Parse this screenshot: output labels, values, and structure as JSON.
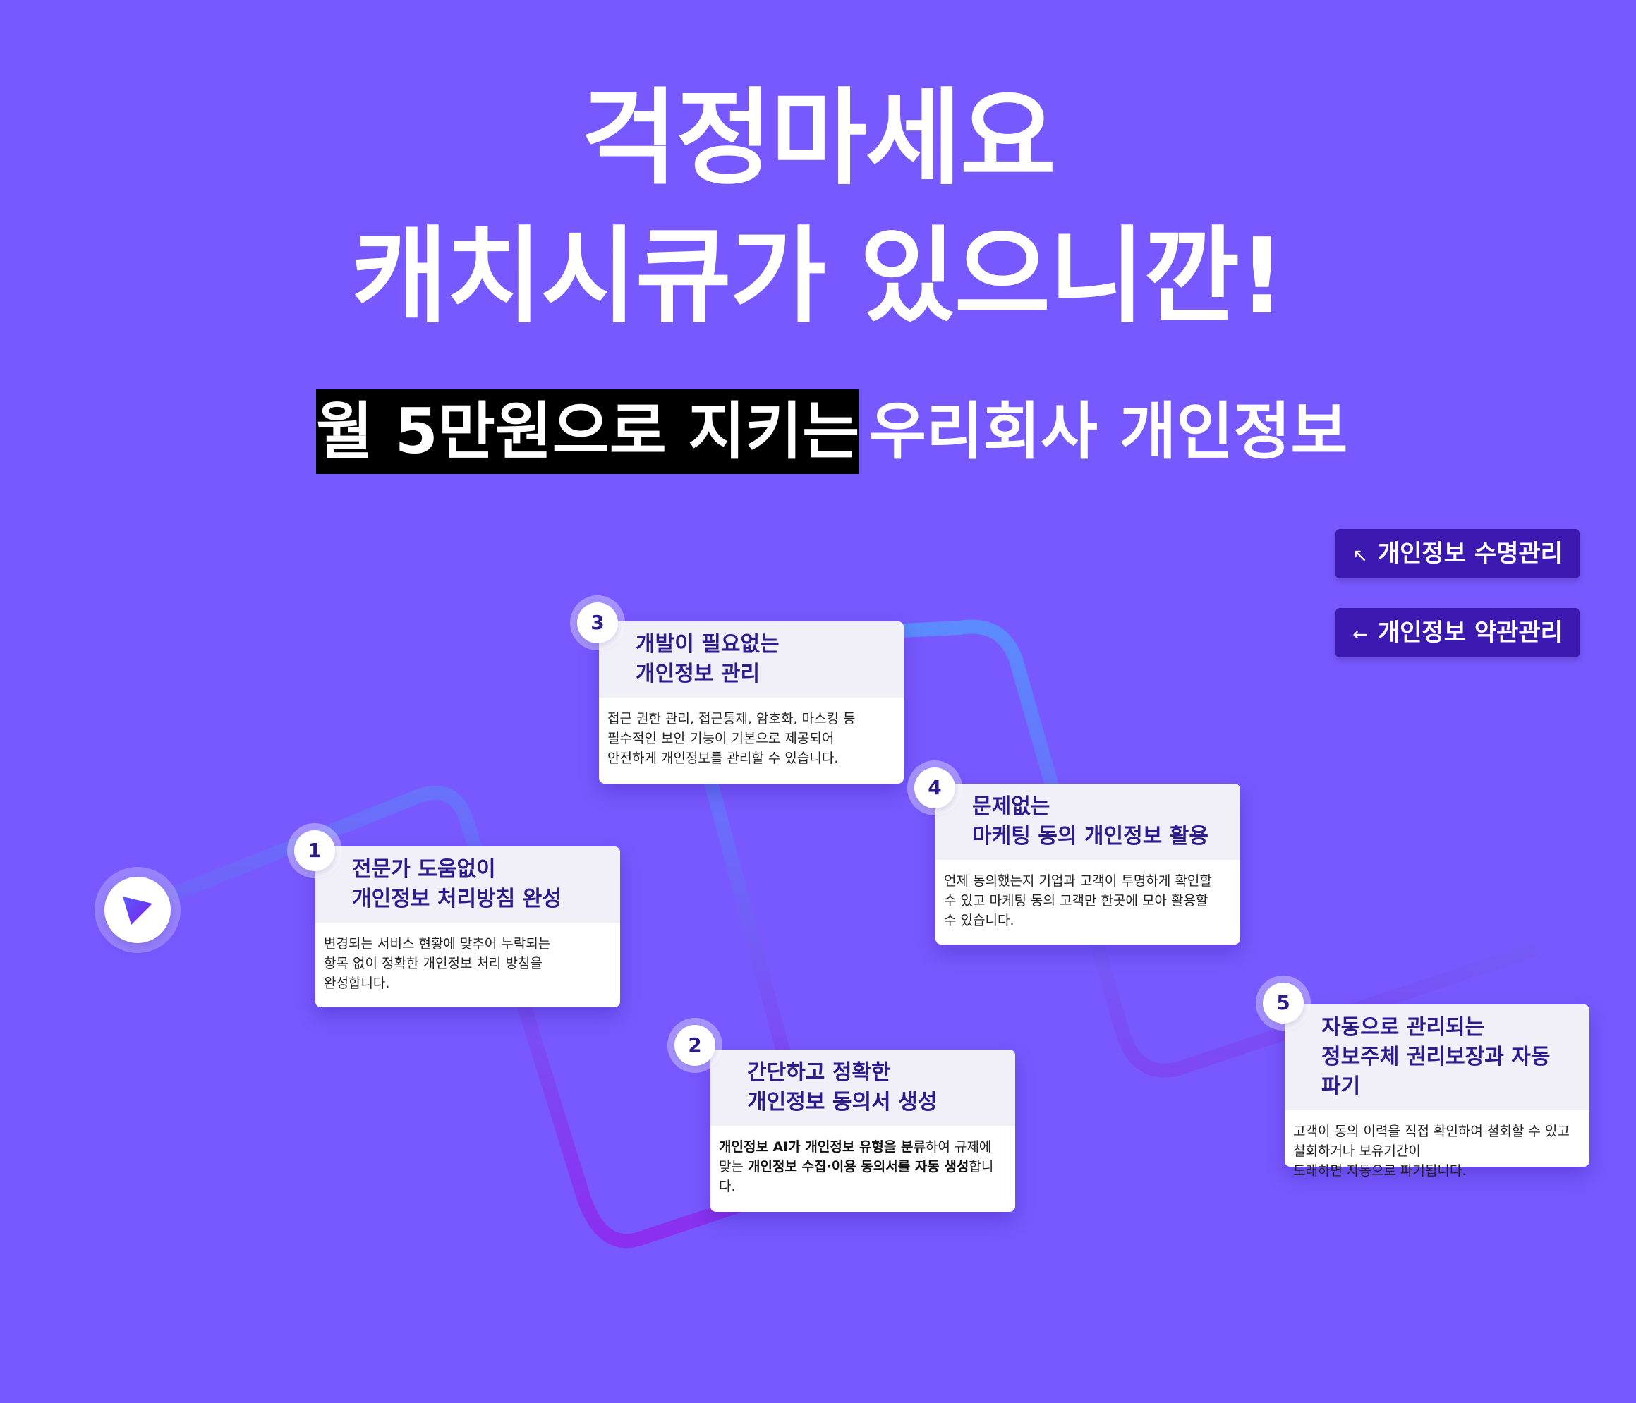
{
  "headline": {
    "line1": "걱정마세요",
    "line2": "캐치시큐가 있으니깐!"
  },
  "subheadline": {
    "highlight": "월 5만원으로 지키는",
    "rest": "우리회사 개인정보"
  },
  "buttons": [
    {
      "arrow": "↖",
      "label": "개인정보 수명관리"
    },
    {
      "arrow": "←",
      "label": "개인정보 약관관리"
    }
  ],
  "steps": [
    {
      "number": "1",
      "title_line1": "전문가 도움없이",
      "title_line2": "개인정보 처리방침 완성",
      "body_line1": "변경되는 서비스 현황에 맞추어 누락되는",
      "body_line2": "항목 없이 정확한 개인정보 처리 방침을",
      "body_line3": "완성합니다."
    },
    {
      "number": "2",
      "title_line1": "간단하고 정확한",
      "title_line2": "개인정보 동의서 생성",
      "body_bold1": "개인정보 AI가 개인정보 유형을 분류",
      "body_text1": "하여 규제에",
      "body_text2": "맞는 ",
      "body_bold2": "개인정보 수집·이용 동의서를 자동 생성",
      "body_text3": "합니",
      "body_text4": "다."
    },
    {
      "number": "3",
      "title_line1": "개발이 필요없는",
      "title_line2": "개인정보 관리",
      "body_line1": "접근 권한 관리, 접근통제, 암호화, 마스킹 등",
      "body_line2": "필수적인 보안 기능이 기본으로 제공되어",
      "body_line3": "안전하게 개인정보를 관리할 수 있습니다."
    },
    {
      "number": "4",
      "title_line1": "문제없는",
      "title_line2": "마케팅 동의 개인정보 활용",
      "body_line1": "언제 동의했는지 기업과 고객이 투명하게 확인할",
      "body_line2": "수 있고 마케팅 동의 고객만 한곳에 모아 활용할",
      "body_line3": "수 있습니다."
    },
    {
      "number": "5",
      "title_line1": "자동으로 관리되는",
      "title_line2": "정보주체 권리보장과 자동 파기",
      "body_line1": "고객이 동의 이력을 직접 확인하여 철회할 수 있고",
      "body_line2": "철회하거나 보유기간이",
      "body_line3": "도래하면 자동으로 파기됩니다."
    }
  ],
  "icons": {
    "start": "paper-plane-icon"
  },
  "colors": {
    "background": "#7859FF",
    "button": "#3C1AB2",
    "card_title": "#2D1B8E",
    "path_start": "#5B8BFF",
    "path_end": "#8B2EF0"
  }
}
